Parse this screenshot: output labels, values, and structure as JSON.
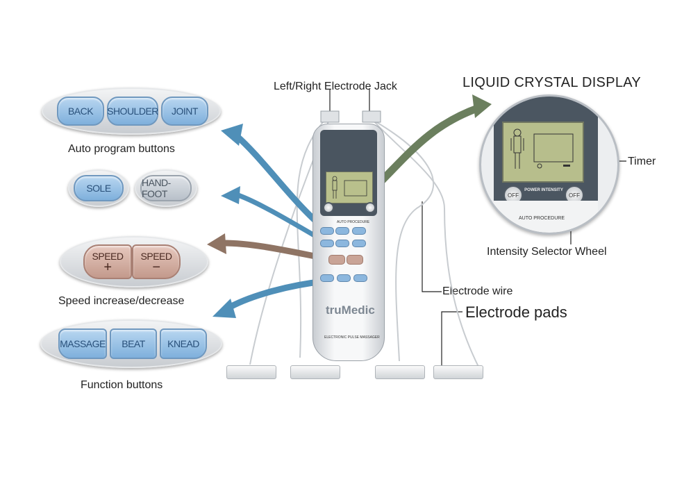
{
  "labels": {
    "lcd": "LIQUID CRYSTAL DISPLAY",
    "jack": "Left/Right Electrode Jack",
    "timer": "Timer",
    "intensity_wheel": "Intensity Selector Wheel",
    "electrode_wire": "Electrode wire",
    "electrode_pads": "Electrode pads",
    "auto_program": "Auto program buttons",
    "speed": "Speed increase/decrease",
    "function": "Function buttons"
  },
  "auto_buttons": [
    "BACK",
    "SHOULDER",
    "JOINT"
  ],
  "foot_buttons": [
    "SOLE",
    "HAND-FOOT"
  ],
  "speed_buttons": [
    {
      "top": "SPEED",
      "sign": "+"
    },
    {
      "top": "SPEED",
      "sign": "−"
    }
  ],
  "function_buttons": [
    "MASSAGE",
    "BEAT",
    "KNEAD"
  ],
  "device": {
    "brand": "truMedic",
    "model": "ELECTRONIC PULSE MASSAGER",
    "auto_procedure": "AUTO PROCEDURE",
    "power_intensity": "POWER INTENSITY",
    "knob_off": "OFF"
  },
  "colors": {
    "arrow_blue": "#4f8fb8",
    "arrow_green": "#6b7f5e",
    "arrow_brown": "#8f7464",
    "button_blue": "#8cb7de",
    "button_speed": "#c9a497"
  }
}
